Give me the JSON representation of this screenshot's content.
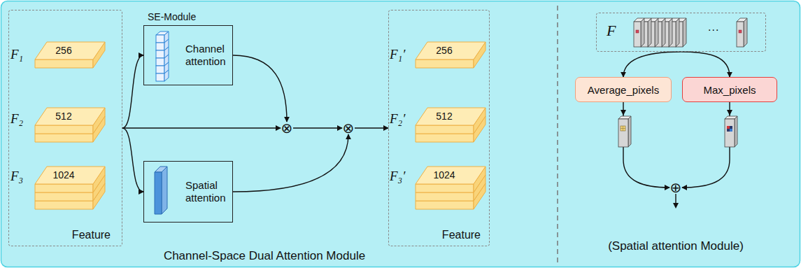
{
  "diagram": {
    "nodes": [
      {
        "text": [
          "Feature"
        ]
      },
      {
        "text": [
          "F₁",
          "256"
        ],
        "in": 0
      },
      {
        "text": [
          "F₂",
          "512"
        ],
        "in": 0
      },
      {
        "text": [
          "F₃",
          "1024"
        ],
        "in": 0
      },
      {
        "text": [
          "SE-Module",
          "Channel attention"
        ]
      },
      {
        "text": [
          "Spatial attention"
        ]
      },
      {
        "text": [
          "⊗"
        ]
      },
      {
        "text": [
          "⊗"
        ]
      },
      {
        "text": [
          "Feature"
        ]
      },
      {
        "text": [
          "F₁′",
          "256"
        ],
        "in": 8
      },
      {
        "text": [
          "F₂′",
          "512"
        ],
        "in": 8
      },
      {
        "text": [
          "F₃′",
          "1024"
        ],
        "in": 8
      },
      {
        "text": [
          "F"
        ]
      },
      {
        "text": [
          "Average_pixels"
        ]
      },
      {
        "text": [
          "Max_pixels"
        ]
      },
      {
        "text": [
          "⊕"
        ]
      }
    ],
    "edges": [
      {
        "from": 0,
        "to": 4,
        "arrow": "to"
      },
      {
        "from": 0,
        "to": 6,
        "arrow": "to"
      },
      {
        "from": 0,
        "to": 5,
        "arrow": "to"
      },
      {
        "from": 4,
        "to": 6,
        "arrow": "to"
      },
      {
        "from": 6,
        "to": 7,
        "arrow": "to"
      },
      {
        "from": 5,
        "to": 7,
        "arrow": "to"
      },
      {
        "from": 7,
        "to": 8,
        "arrow": "to"
      },
      {
        "from": 12,
        "to": 13,
        "arrow": "to"
      },
      {
        "from": 12,
        "to": 14,
        "arrow": "to"
      },
      {
        "from": 13,
        "to": 15,
        "arrow": "to"
      },
      {
        "from": 14,
        "to": 15,
        "arrow": "to"
      }
    ],
    "labels": [
      "Channel-Space Dual Attention Module",
      "(Spatial attention Module)",
      "..."
    ]
  }
}
